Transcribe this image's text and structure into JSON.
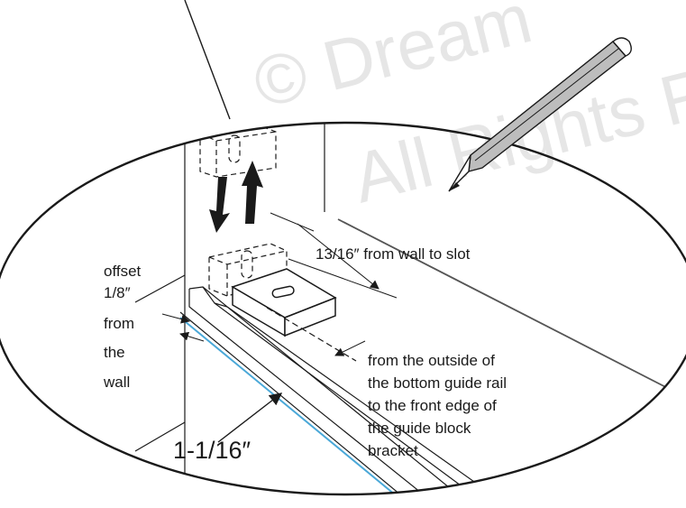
{
  "watermark": {
    "line1": "© Dream",
    "line2": "All Rights Re"
  },
  "labels": {
    "offset_line1": "offset",
    "offset_line2": "1/8″",
    "offset_line3": "from",
    "offset_line4": "the",
    "offset_line5": "wall",
    "slot_distance": "13/16″ from wall to slot",
    "outside_line1": "from the outside of",
    "outside_line2": "the bottom guide rail",
    "outside_line3": "to the front edge of",
    "outside_line4": "the guide block",
    "outside_line5": "bracket",
    "rail_measure": "1-1/16″"
  },
  "colors": {
    "ink": "#1a1a1a",
    "rail_highlight": "#4aa8d8",
    "pencil_body": "#bdbdbd",
    "watermark": "#e6e6e6"
  }
}
